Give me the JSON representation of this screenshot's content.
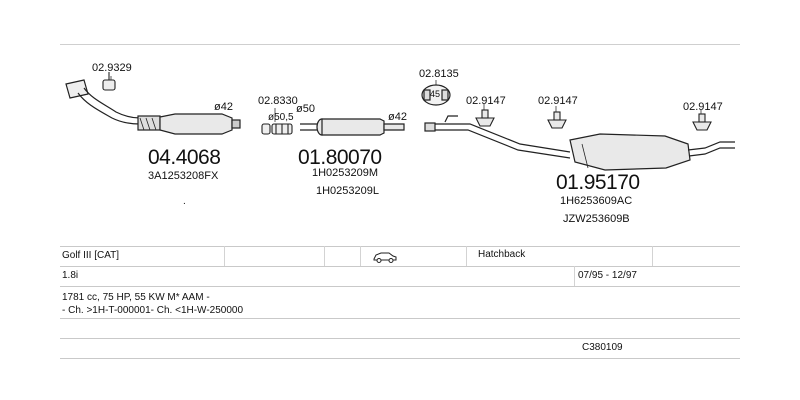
{
  "parts": {
    "clamp_a": "02.9329",
    "pipe_front": {
      "number": "04.4068",
      "oem": "3A1253208FX",
      "diameter": "ø42"
    },
    "clamp_b": "02.8330",
    "clamp_b_dim": "ø50,5",
    "mid_diameter_left": "ø50",
    "mid_diameter_right": "ø42",
    "silencer_mid": {
      "number": "01.80070",
      "oem": [
        "1H0253209M",
        "1H0253209L"
      ]
    },
    "gasket": {
      "number": "02.8135",
      "badge": "45"
    },
    "hanger_1": "02.9147",
    "hanger_2": "02.9147",
    "hanger_3": "02.9147",
    "silencer_rear": {
      "number": "01.95170",
      "oem": [
        "1H6253609AC",
        "JZW253609B"
      ]
    }
  },
  "table": {
    "model": "Golf III  [CAT]",
    "body_type": "Hatchback",
    "engine": "1.8i",
    "dates": "07/95 - 12/97",
    "specs": "1781 cc, 75 HP, 55 KW M* AAM -",
    "chassis": "- Ch. >1H-T-000001- Ch. <1H-W-250000",
    "code": "C380109"
  }
}
